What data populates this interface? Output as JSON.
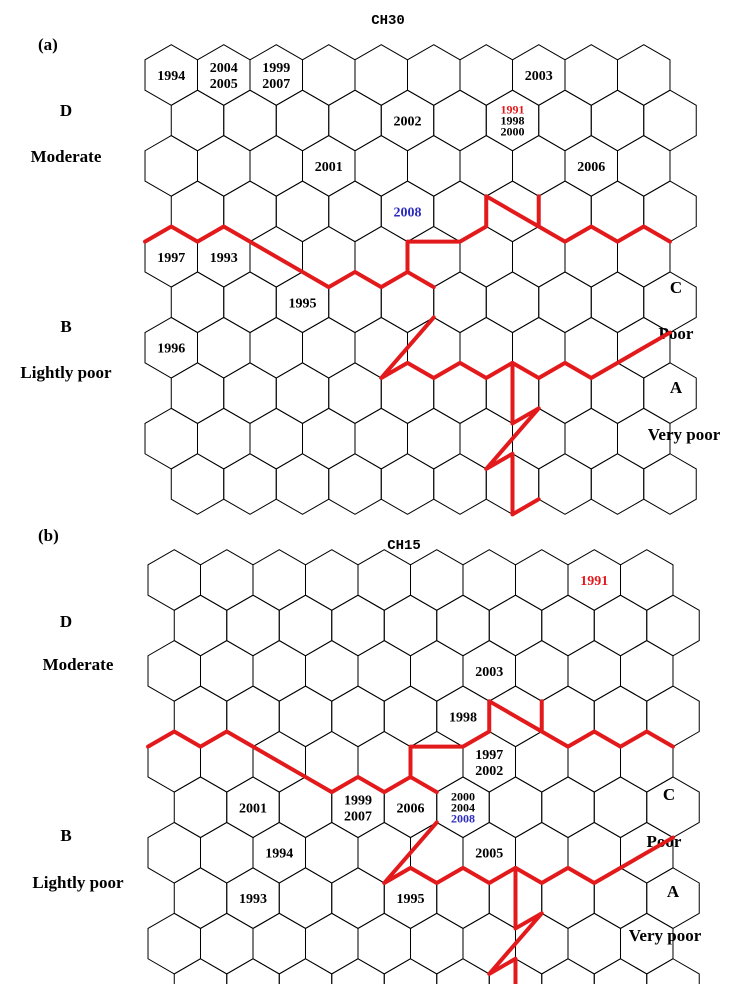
{
  "colors": {
    "grid": "#000000",
    "border": "#e31a1c",
    "black": "#000000",
    "red": "#e31a1c",
    "blue": "#2b2bbf"
  },
  "panels": [
    {
      "label": "(a)",
      "title": "CH30",
      "left_labels": {
        "d": "D",
        "moderate": "Moderate",
        "b": "B",
        "lightly_poor": "Lightly poor"
      },
      "right_labels": {
        "c": "C",
        "poor": "Poor",
        "a": "A",
        "very_poor": "Very poor"
      },
      "groups": [
        {
          "row": 0,
          "col": 0,
          "years": [
            {
              "text": "1994",
              "color": "black"
            }
          ]
        },
        {
          "row": 0,
          "col": 1,
          "years": [
            {
              "text": "2004",
              "color": "black"
            },
            {
              "text": "2005",
              "color": "black"
            }
          ]
        },
        {
          "row": 0,
          "col": 2,
          "years": [
            {
              "text": "1999",
              "color": "black"
            },
            {
              "text": "2007",
              "color": "black"
            }
          ]
        },
        {
          "row": 0,
          "col": 7,
          "years": [
            {
              "text": "2003",
              "color": "black"
            }
          ]
        },
        {
          "row": 1,
          "col": 4,
          "years": [
            {
              "text": "2002",
              "color": "black"
            }
          ]
        },
        {
          "row": 1,
          "col": 6,
          "years": [
            {
              "text": "1991",
              "color": "red"
            },
            {
              "text": "1998",
              "color": "black"
            },
            {
              "text": "2000",
              "color": "black"
            }
          ]
        },
        {
          "row": 2,
          "col": 3,
          "years": [
            {
              "text": "2001",
              "color": "black"
            }
          ]
        },
        {
          "row": 2,
          "col": 8,
          "years": [
            {
              "text": "2006",
              "color": "black"
            }
          ]
        },
        {
          "row": 3,
          "col": 4,
          "years": [
            {
              "text": "2008",
              "color": "blue"
            }
          ]
        },
        {
          "row": 4,
          "col": 0,
          "years": [
            {
              "text": "1997",
              "color": "black"
            }
          ]
        },
        {
          "row": 4,
          "col": 1,
          "years": [
            {
              "text": "1993",
              "color": "black"
            }
          ]
        },
        {
          "row": 5,
          "col": 2,
          "years": [
            {
              "text": "1995",
              "color": "black"
            }
          ]
        },
        {
          "row": 6,
          "col": 0,
          "years": [
            {
              "text": "1996",
              "color": "black"
            }
          ]
        }
      ]
    },
    {
      "label": "(b)",
      "title": "CH15",
      "left_labels": {
        "d": "D",
        "moderate": "Moderate",
        "b": "B",
        "lightly_poor": "Lightly poor"
      },
      "right_labels": {
        "c": "C",
        "poor": "Poor",
        "a": "A",
        "very_poor": "Very poor"
      },
      "groups": [
        {
          "row": 0,
          "col": 8,
          "years": [
            {
              "text": "1991",
              "color": "red"
            }
          ]
        },
        {
          "row": 2,
          "col": 6,
          "years": [
            {
              "text": "2003",
              "color": "black"
            }
          ]
        },
        {
          "row": 3,
          "col": 5,
          "years": [
            {
              "text": "1998",
              "color": "black"
            }
          ]
        },
        {
          "row": 4,
          "col": 6,
          "years": [
            {
              "text": "1997",
              "color": "black"
            },
            {
              "text": "2002",
              "color": "black"
            }
          ]
        },
        {
          "row": 5,
          "col": 1,
          "years": [
            {
              "text": "2001",
              "color": "black"
            }
          ]
        },
        {
          "row": 5,
          "col": 3,
          "years": [
            {
              "text": "1999",
              "color": "black"
            },
            {
              "text": "2007",
              "color": "black"
            }
          ]
        },
        {
          "row": 5,
          "col": 4,
          "years": [
            {
              "text": "2006",
              "color": "black"
            }
          ]
        },
        {
          "row": 5,
          "col": 5,
          "years": [
            {
              "text": "2000",
              "color": "black"
            },
            {
              "text": "2004",
              "color": "black"
            },
            {
              "text": "2008",
              "color": "blue"
            }
          ]
        },
        {
          "row": 6,
          "col": 2,
          "years": [
            {
              "text": "1994",
              "color": "black"
            }
          ]
        },
        {
          "row": 6,
          "col": 6,
          "years": [
            {
              "text": "2005",
              "color": "black"
            }
          ]
        },
        {
          "row": 7,
          "col": 1,
          "years": [
            {
              "text": "1993",
              "color": "black"
            }
          ]
        },
        {
          "row": 7,
          "col": 4,
          "years": [
            {
              "text": "1995",
              "color": "black"
            }
          ]
        }
      ]
    }
  ]
}
